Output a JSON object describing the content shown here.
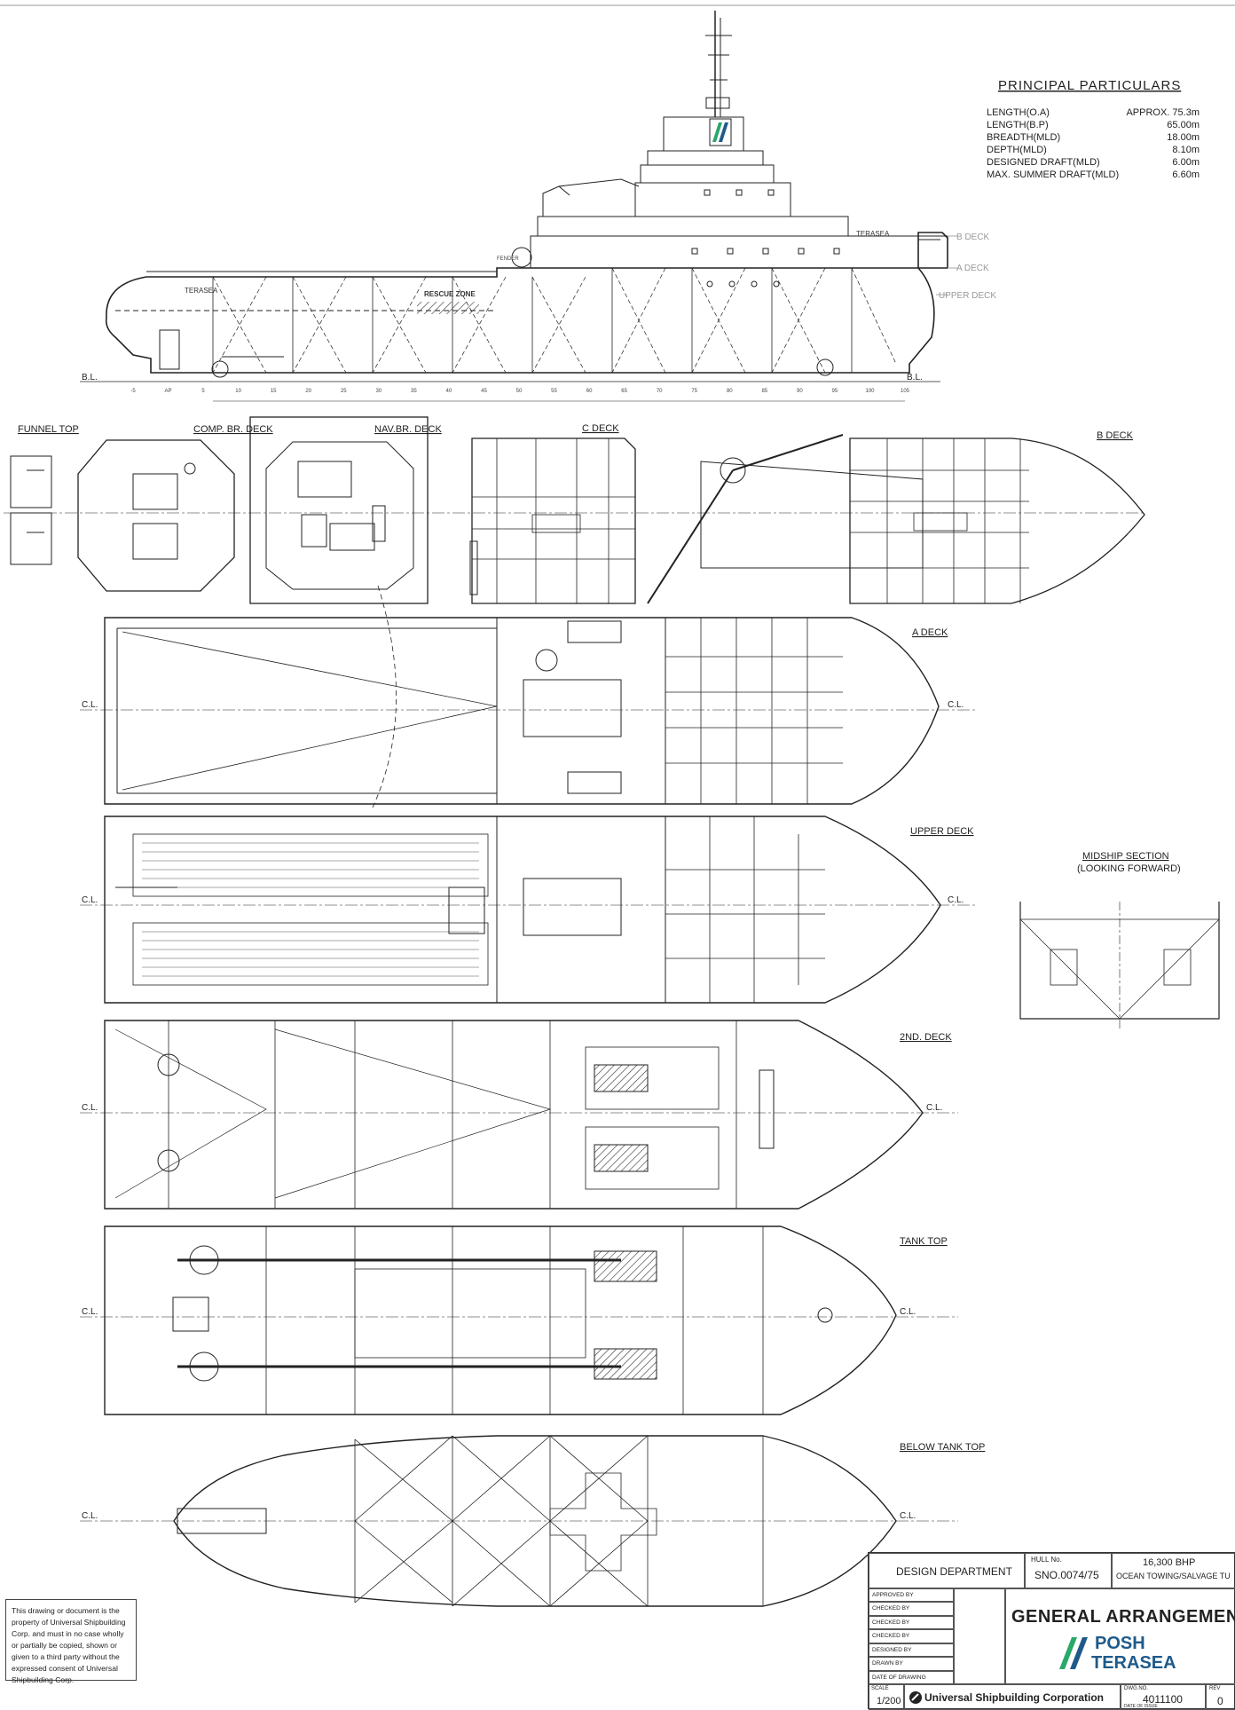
{
  "principal_particulars": {
    "title": "PRINCIPAL PARTICULARS",
    "rows": [
      {
        "label": "LENGTH(O.A)",
        "value": "APPROX. 75.3m"
      },
      {
        "label": "LENGTH(B.P)",
        "value": "65.00m"
      },
      {
        "label": "BREADTH(MLD)",
        "value": "18.00m"
      },
      {
        "label": "DEPTH(MLD)",
        "value": "8.10m"
      },
      {
        "label": "DESIGNED DRAFT(MLD)",
        "value": "6.00m"
      },
      {
        "label": "MAX. SUMMER DRAFT(MLD)",
        "value": "6.60m"
      }
    ]
  },
  "profile": {
    "deck_markers": [
      "B DECK",
      "A DECK",
      "UPPER DECK"
    ],
    "hull_name": "TERASEA",
    "rescue_zone": "RESCUE ZONE",
    "fender": "FENDER",
    "baseline": "B.L.",
    "frame_numbers": [
      "-5",
      "AP",
      "5",
      "10",
      "15",
      "20",
      "25",
      "30",
      "35",
      "40",
      "45",
      "50",
      "55",
      "60",
      "65",
      "70",
      "75",
      "80",
      "85",
      "90",
      "95",
      "100",
      "105"
    ]
  },
  "plans": {
    "funnel_top": "FUNNEL TOP",
    "comp_br_deck": "COMP. BR. DECK",
    "nav_br_deck": "NAV.BR. DECK",
    "c_deck": "C DECK",
    "b_deck": "B DECK",
    "a_deck": "A DECK",
    "upper_deck": "UPPER DECK",
    "second_deck": "2ND. DECK",
    "tank_top": "TANK TOP",
    "below_tank_top": "BELOW TANK TOP",
    "centerline": "C.L."
  },
  "midship": {
    "title": "MIDSHIP SECTION",
    "subtitle": "(LOOKING FORWARD)"
  },
  "notice": "This drawing or document is the property of Universal Shipbuilding Corp. and must in no case wholly or partially be copied, shown or given to a third party without the expressed consent of Universal Shipbuilding Corp.",
  "title_block": {
    "department": "DESIGN DEPARTMENT",
    "hull_no_label": "HULL No.",
    "hull_no": "SNO.0074/75",
    "power": "16,300 BHP",
    "vessel_type": "OCEAN TOWING/SALVAGE TU",
    "roles": [
      "APPROVED BY",
      "CHECKED BY",
      "CHECKED BY",
      "CHECKED BY",
      "DESIGNED BY",
      "DRAWN BY",
      "DATE OF DRAWING"
    ],
    "drawing_title": "GENERAL ARRANGEMENT",
    "logo_line1": "POSH",
    "logo_line2": "TERASEA",
    "scale_label": "SCALE",
    "scale": "1/200",
    "company": "Universal Shipbuilding Corporation",
    "dwg_no_label": "DWG.NO.",
    "dwg_no": "4011100",
    "rev_label": "REV",
    "rev": "0",
    "date_issue_label": "DATE OF ISSUE"
  },
  "colors": {
    "line": "#222222",
    "brand_green": "#2aa86a",
    "brand_blue": "#1f5a8a"
  }
}
